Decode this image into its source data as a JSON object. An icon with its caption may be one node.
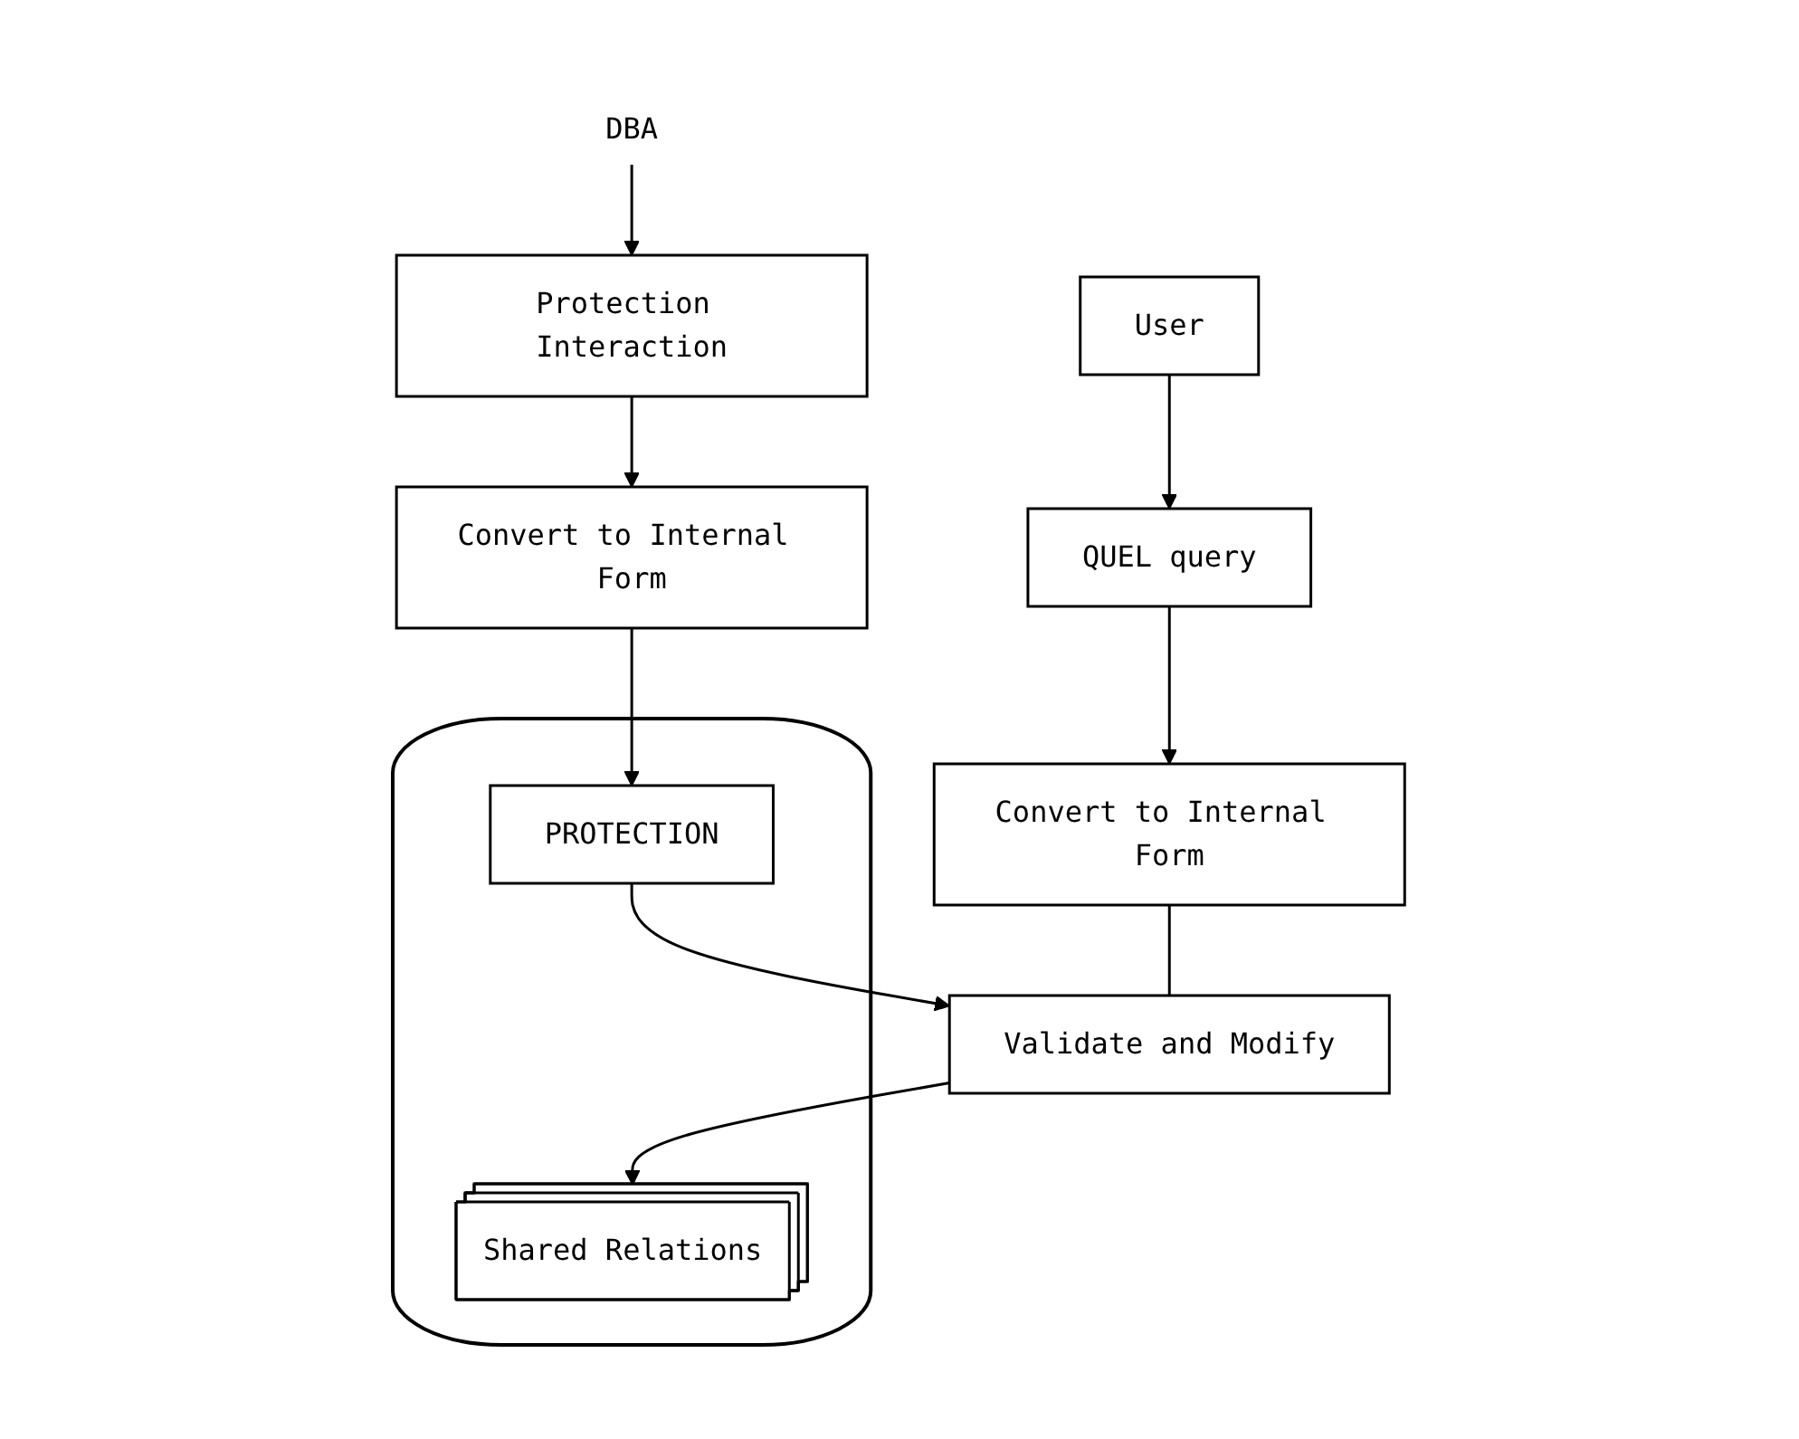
{
  "diagram": {
    "nodes": [
      {
        "text": [
          "DBA"
        ]
      },
      {
        "text": [
          "Protection Interaction"
        ]
      },
      {
        "text": [
          "Convert to Internal Form"
        ]
      },
      {
        "text": [
          "User"
        ]
      },
      {
        "text": [
          "QUEL query"
        ]
      },
      {
        "text": [
          "Convert to Internal Form"
        ]
      },
      {
        "text": [
          "Validate and Modify"
        ]
      },
      {
        "text": [],
        "shape": "cylinder"
      },
      {
        "text": [
          "Shared Relations"
        ],
        "in": 7
      },
      {
        "text": [
          "PROTECTION"
        ],
        "in": 7
      }
    ],
    "edges": [
      {
        "from": 0,
        "to": 1,
        "arrow": "to"
      },
      {
        "from": 1,
        "to": 2,
        "arrow": "to"
      },
      {
        "from": 3,
        "to": 4,
        "arrow": "to"
      },
      {
        "from": 4,
        "to": 5,
        "arrow": "to"
      },
      {
        "from": 5,
        "to": 6,
        "arrow": "none"
      },
      {
        "from": 6,
        "to": 8,
        "arrow": "to"
      },
      {
        "from": 9,
        "to": 6,
        "arrow": "to"
      },
      {
        "from": 2,
        "to": 9,
        "arrow": "to"
      }
    ]
  }
}
